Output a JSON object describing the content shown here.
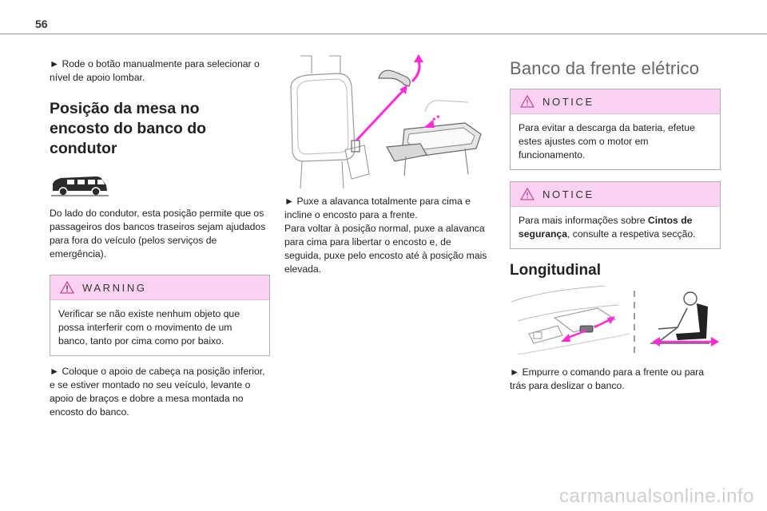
{
  "page": {
    "number": "56"
  },
  "col1": {
    "lumbar_text": "► Rode o botão manualmente para selecionar o nível de apoio lombar.",
    "section_title_line1": "Posição da mesa no",
    "section_title_line2": "encosto do banco do",
    "section_title_line3": "condutor",
    "intro_text": "Do lado do condutor, esta posição permite que os passageiros dos bancos traseiros sejam ajudados para fora do veículo (pelos serviços de emergência).",
    "warning": {
      "label": "WARNING",
      "text": "Verificar se não existe nenhum objeto que possa interferir com o movimento de um banco, tanto por cima como por baixo."
    },
    "step_text": "► Coloque o apoio de cabeça na posição inferior, e se estiver montado no seu veículo, levante o apoio de braços e dobre a mesa montada no encosto do banco."
  },
  "col2": {
    "step_text_1": "► Puxe a alavanca totalmente para cima e incline o encosto para a frente.",
    "step_text_2": "Para voltar à posição normal, puxe a alavanca para cima para libertar o encosto e, de seguida, puxe pelo encosto até à posição mais elevada."
  },
  "col3": {
    "title": "Banco da frente elétrico",
    "notice1": {
      "label": "NOTICE",
      "text": "Para evitar a descarga da bateria, efetue estes ajustes com o motor em funcionamento."
    },
    "notice2": {
      "label": "NOTICE",
      "text_before": "Para mais informações sobre ",
      "text_bold": "Cintos de segurança",
      "text_after": ", consulte a respetiva secção."
    },
    "subheading": "Longitudinal",
    "step_text": "► Empurre o comando para a frente ou para trás para deslizar o banco."
  },
  "watermark": "carmanualsonline.info",
  "colors": {
    "accent_pink": "#ff2bd8",
    "callout_bg": "#fbd2f2",
    "rule": "#9a9a9a"
  }
}
